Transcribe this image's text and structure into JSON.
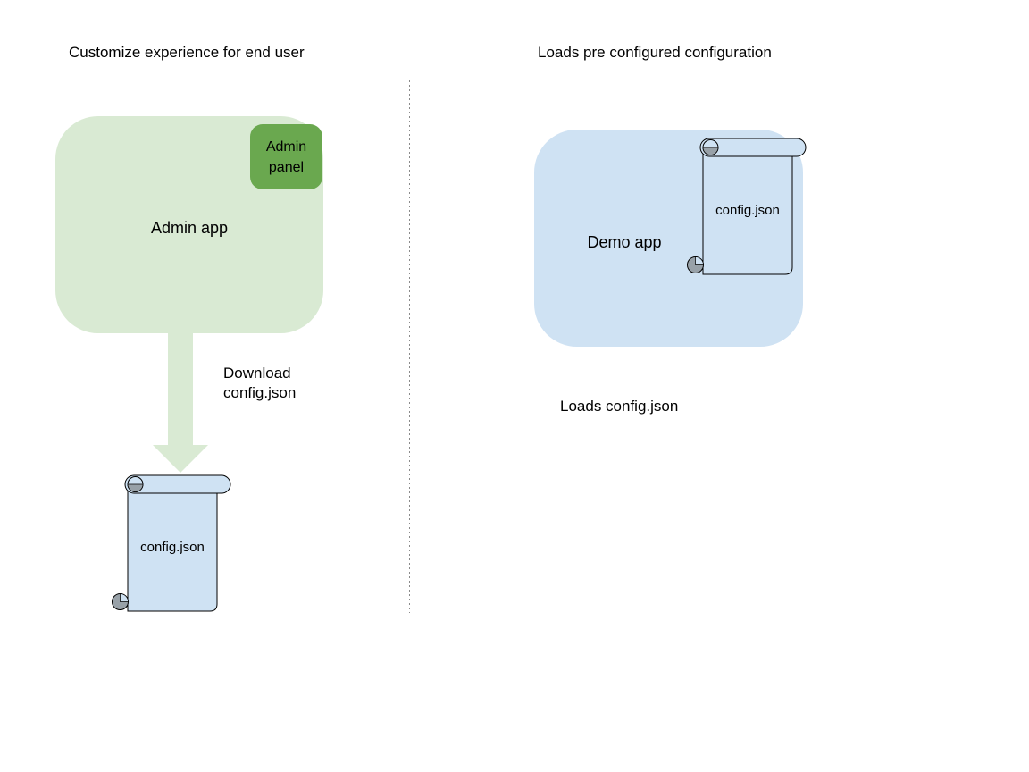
{
  "left": {
    "title": "Customize experience for end user",
    "admin_app_label": "Admin app",
    "admin_panel_label": "Admin\npanel",
    "arrow_label": "Download\nconfig.json",
    "file_label": "config.json"
  },
  "right": {
    "title": "Loads pre configured configuration",
    "demo_app_label": "Demo app",
    "file_label": "config.json",
    "caption": "Loads config.json"
  },
  "colors": {
    "app_green": "#d9ead3",
    "panel_green": "#6aa84f",
    "app_blue": "#cfe2f3",
    "scroll_blue": "#cfe2f3",
    "curl_gray": "#98a1a8",
    "divider_gray": "#8a8a8a",
    "outline": "#000000",
    "text": "#000000"
  }
}
